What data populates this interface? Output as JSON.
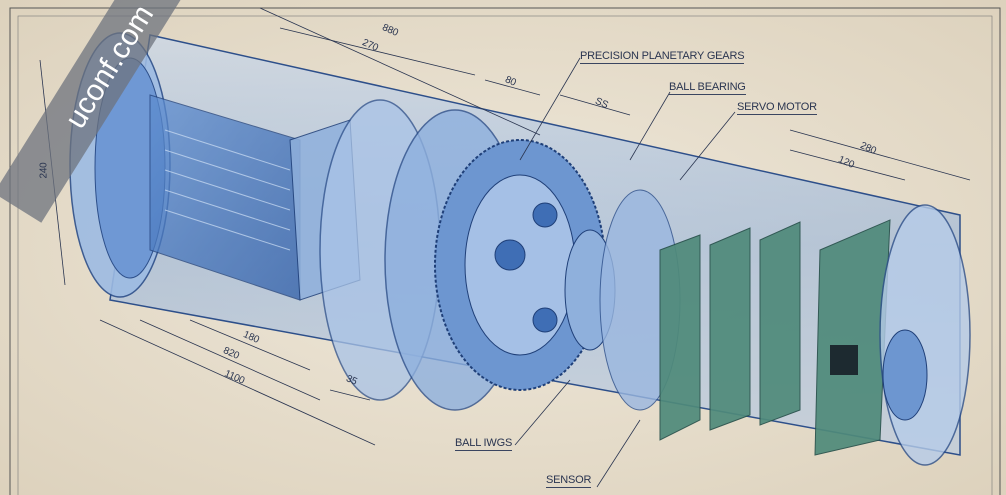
{
  "watermark": "uconf.com",
  "callouts": {
    "planetary_gears": "PRECISION PLANETARY GEARS",
    "ball_bearing": "BALL BEARING",
    "servo_motor": "SERVO MOTOR",
    "ball_rings": "BALL IWGS",
    "sensor": "SENSOR"
  },
  "dimensions": {
    "d880": "880",
    "d270": "270",
    "d80": "80",
    "d55": "SS",
    "d280": "280",
    "d120": "120",
    "d240": "240",
    "d180": "180",
    "d820": "820",
    "d1100": "1100",
    "d35": "35"
  }
}
